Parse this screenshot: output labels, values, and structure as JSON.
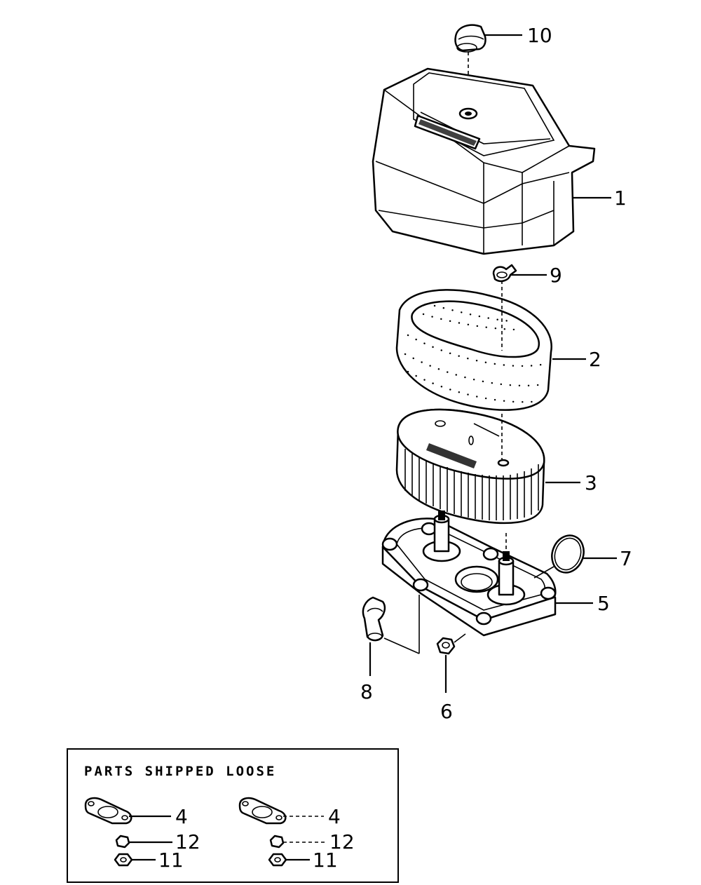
{
  "diagram": {
    "callouts": {
      "c1": "1",
      "c2": "2",
      "c3": "3",
      "c5": "5",
      "c6": "6",
      "c7": "7",
      "c8": "8",
      "c9": "9",
      "c10": "10"
    },
    "loose_parts_box": {
      "title": "PARTS SHIPPED LOOSE",
      "left": {
        "gasket": "4",
        "washer": "12",
        "nut": "11"
      },
      "right": {
        "gasket": "4",
        "washer": "12",
        "nut": "11"
      }
    }
  }
}
